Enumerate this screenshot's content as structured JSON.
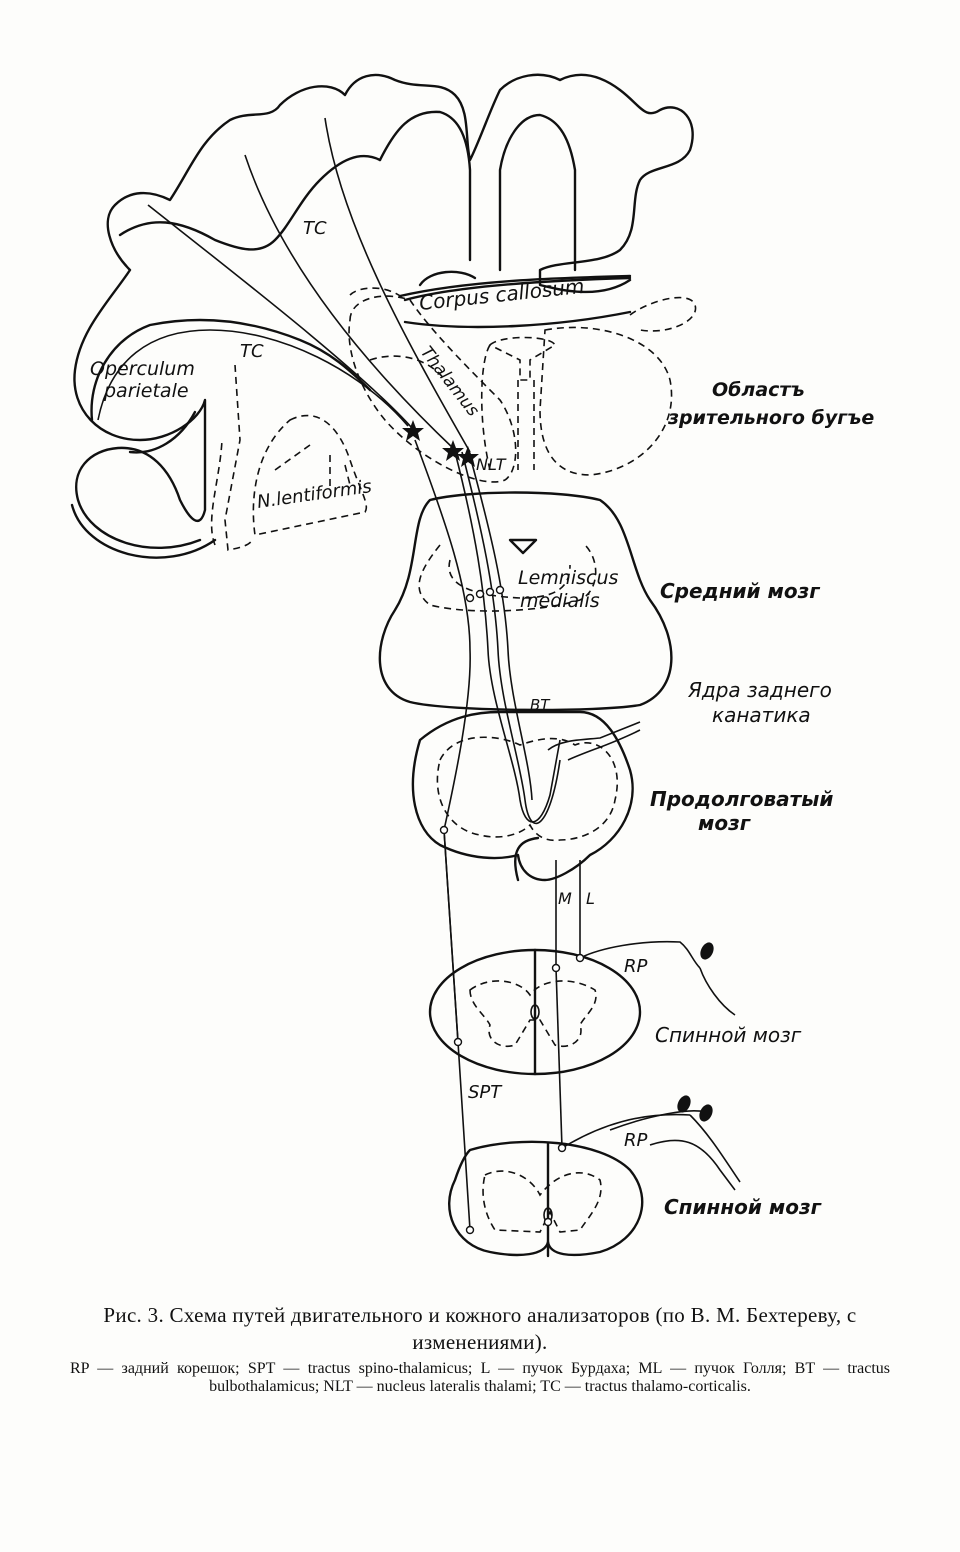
{
  "labels": {
    "tc_top": "TC",
    "tc_left": "TC",
    "corpus_callosum": "Corpus callosum",
    "thalamus": "Thalamus",
    "operculum_line1": "Operculum",
    "operculum_line2": "parietale",
    "region_line1": "Областъ",
    "region_line2": "зрительного бугъе",
    "nlt": "NLT",
    "lentiformis": "N.lentiformis",
    "lemniscus_line1": "Lemniscus",
    "lemniscus_line2": "medialis",
    "midbrain": "Средний мозг",
    "bt": "BT",
    "nuclei_line1": "Ядра заднего",
    "nuclei_line2": "канатика",
    "medulla_line1": "Продолговатый",
    "medulla_line2": "мозг",
    "m": "M",
    "l": "L",
    "rp_upper": "RP",
    "rp_lower": "RP",
    "spinal_upper": "Спинной мозг",
    "spt": "SPT",
    "spinal_lower": "Спинной мозг"
  },
  "caption": {
    "title": "Рис. 3. Схема путей двигательного и кожного анализаторов (по В. М. Бехтереву, с изменениями).",
    "legend": "RP — задний корешок; SPT — tractus spino-thalamicus; L — пучок Бурдаха; ML — пучок Голля; BT — tractus bulbothalamicus; NLT — nucleus lateralis thalami; TC — tractus thalamo-corticalis."
  }
}
